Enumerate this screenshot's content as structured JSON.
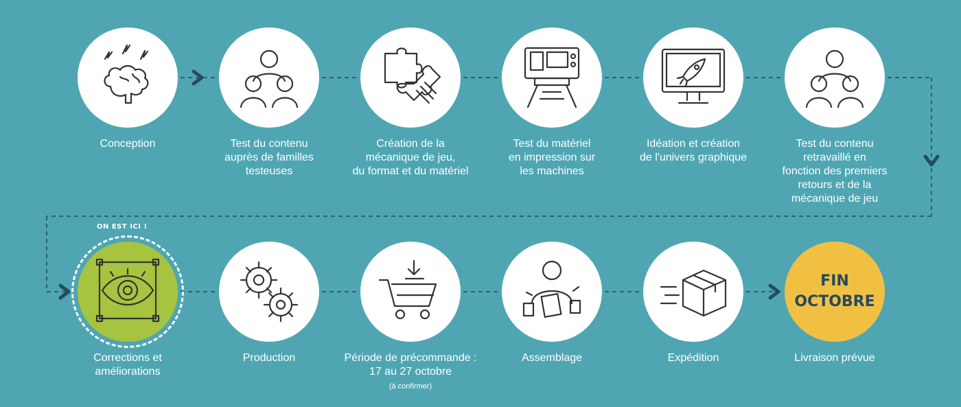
{
  "colors": {
    "background": "#4fa6b2",
    "connector": "#2e5f6e",
    "current": "#a6c440",
    "final": "#f1c043",
    "final_text": "#264a5c"
  },
  "steps": [
    {
      "label": "Conception",
      "icon": "brain-lightning-icon"
    },
    {
      "label": "Test du contenu\nauprès de familles\ntesteuses",
      "icon": "family-icon"
    },
    {
      "label": "Création de la\nmécanique de jeu,\ndu format et du matériel",
      "icon": "puzzle-icon"
    },
    {
      "label": "Test du matériel\nen impression sur\nles machines",
      "icon": "printer-machine-icon"
    },
    {
      "label": "Idéation et création\nde l'univers graphique",
      "icon": "monitor-rocket-icon"
    },
    {
      "label": "Test du contenu\nretravaillé en\nfonction des premiers\nretours et de la\nmécanique de jeu",
      "icon": "family-icon"
    },
    {
      "label": "Corrections et\naméliorations",
      "icon": "eye-target-icon"
    },
    {
      "label": "Production",
      "icon": "gears-icon"
    },
    {
      "label": "Période de précommande :\n17 au 27 octobre",
      "sublabel": "(à confirmer)",
      "icon": "shopping-cart-icon"
    },
    {
      "label": "Assemblage",
      "icon": "assembling-person-icon"
    },
    {
      "label": "Expédition",
      "icon": "delivery-box-icon"
    },
    {
      "label": "Livraison prévue",
      "icon": "final-date",
      "final_text": "FIN\nOCTOBRE"
    }
  ],
  "current_marker": "ON EST ICI !"
}
